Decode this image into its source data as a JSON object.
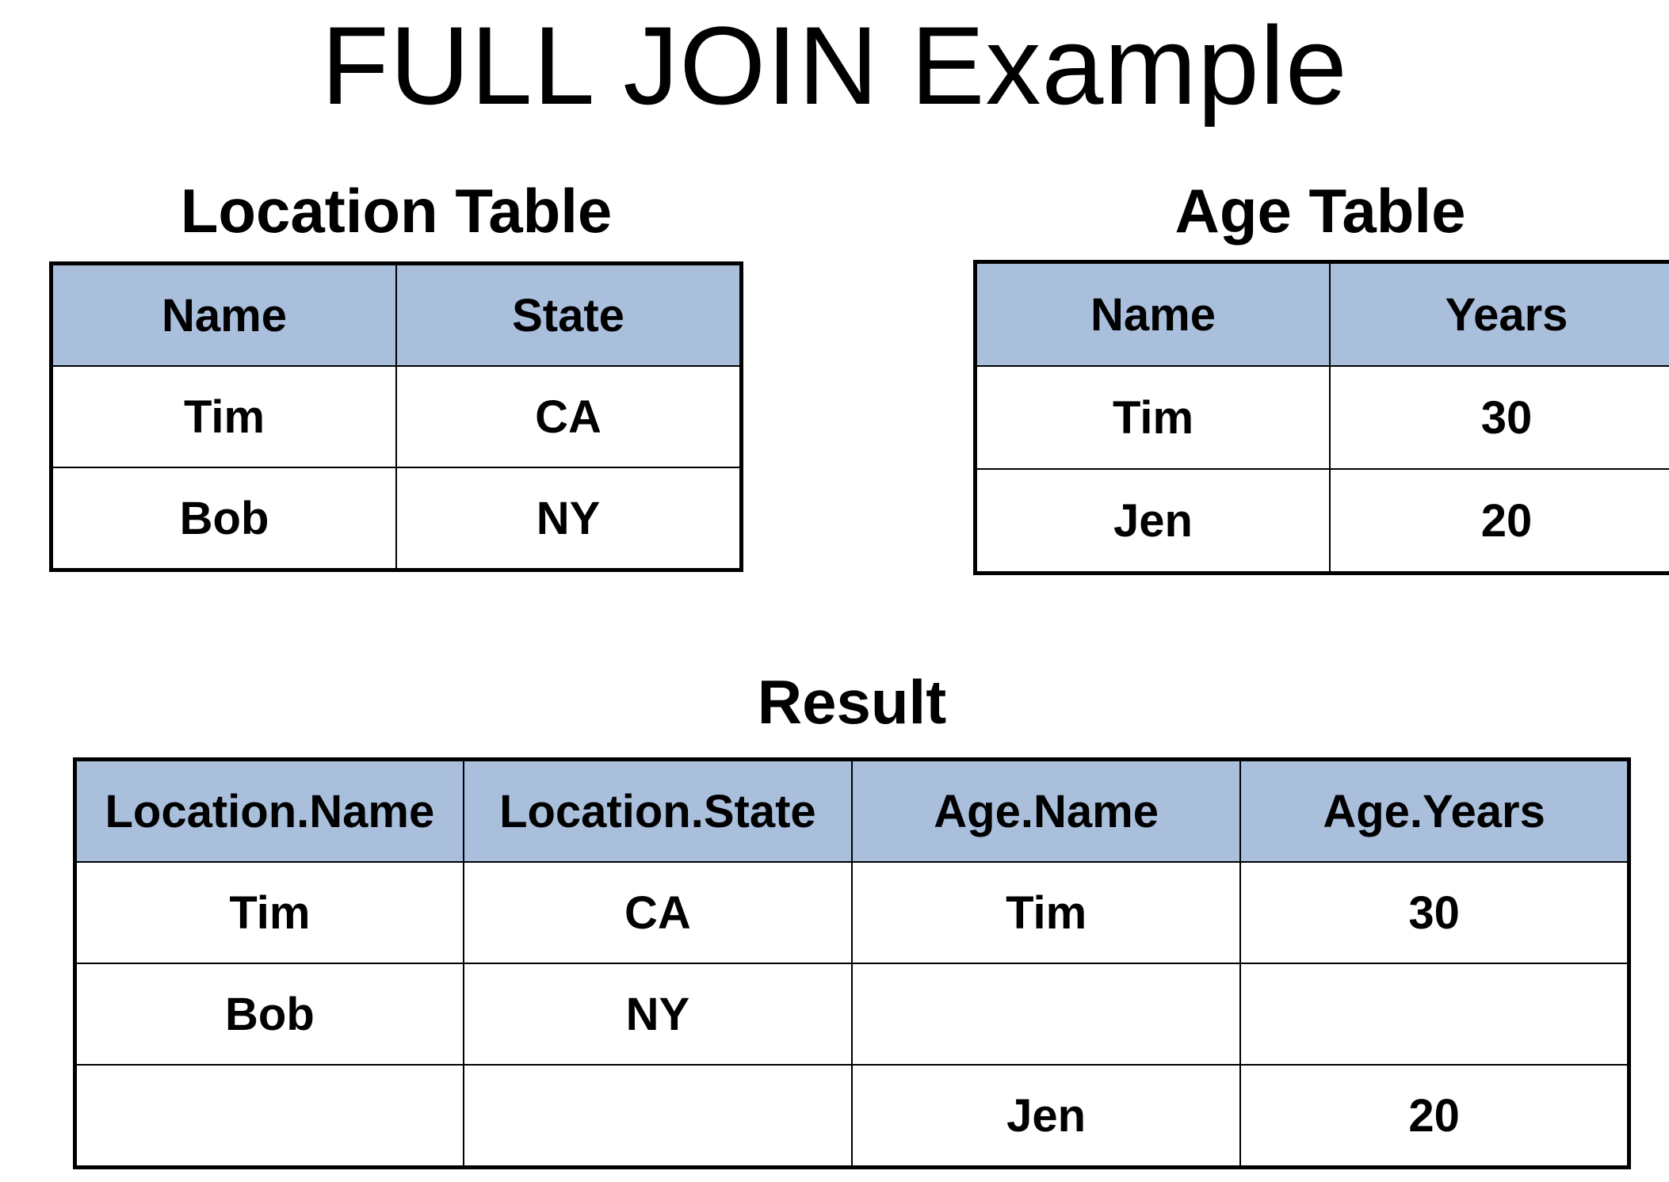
{
  "title": "FULL JOIN Example",
  "colors": {
    "header_background": "#a9bfdc",
    "border": "#000000",
    "text": "#000000",
    "background": "#ffffff"
  },
  "location_table": {
    "caption": "Location Table",
    "headers": [
      "Name",
      "State"
    ],
    "rows": [
      [
        "Tim",
        "CA"
      ],
      [
        "Bob",
        "NY"
      ]
    ]
  },
  "age_table": {
    "caption": "Age Table",
    "headers": [
      "Name",
      "Years"
    ],
    "rows": [
      [
        "Tim",
        "30"
      ],
      [
        "Jen",
        "20"
      ]
    ]
  },
  "result_table": {
    "caption": "Result",
    "headers": [
      "Location.Name",
      "Location.State",
      "Age.Name",
      "Age.Years"
    ],
    "rows": [
      [
        "Tim",
        "CA",
        "Tim",
        "30"
      ],
      [
        "Bob",
        "NY",
        "",
        ""
      ],
      [
        "",
        "",
        "Jen",
        "20"
      ]
    ]
  }
}
